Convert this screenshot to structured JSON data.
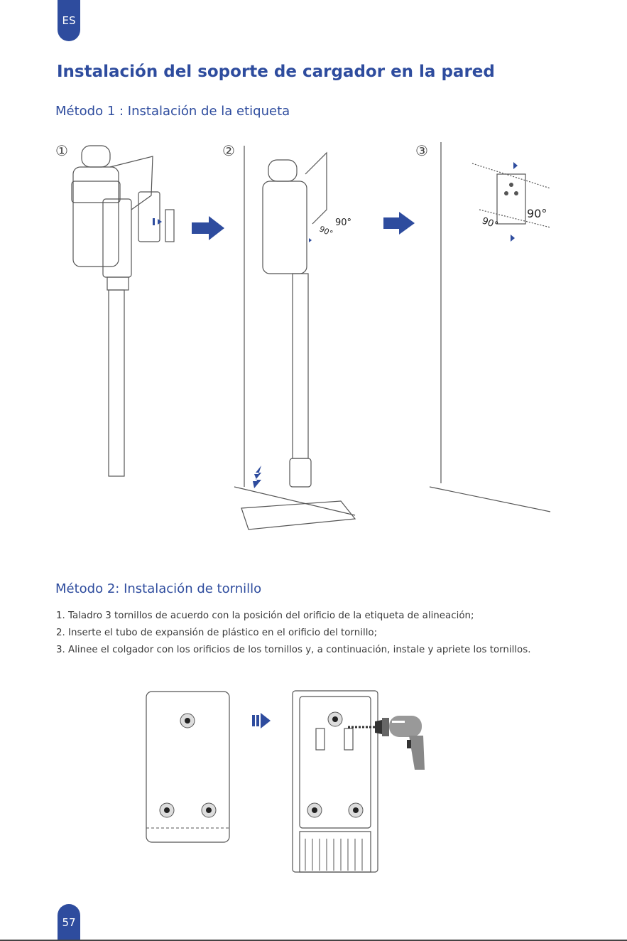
{
  "header": {
    "language_tab": "ES"
  },
  "page": {
    "title": "Instalación del soporte de cargador en la pared",
    "method1": {
      "heading": "Método 1 : Instalación de la etiqueta",
      "steps": [
        "①",
        "②",
        "③"
      ],
      "angle_labels": [
        "90°",
        "90°",
        "90°",
        "90°"
      ]
    },
    "method2": {
      "heading": "Método 2: Instalación de tornillo",
      "instructions": [
        "1. Taladro 3 tornillos de acuerdo con la posición del orificio de la etiqueta de alineación;",
        "2. Inserte el tubo de expansión de plástico en el orificio del tornillo;",
        "3. Alinee el colgador con los orificios de los tornillos y, a continuación, instale y apriete los tornillos."
      ]
    }
  },
  "footer": {
    "page_number": "57"
  },
  "colors": {
    "accent": "#2e4c9e",
    "text": "#333333",
    "line": "#555555"
  }
}
